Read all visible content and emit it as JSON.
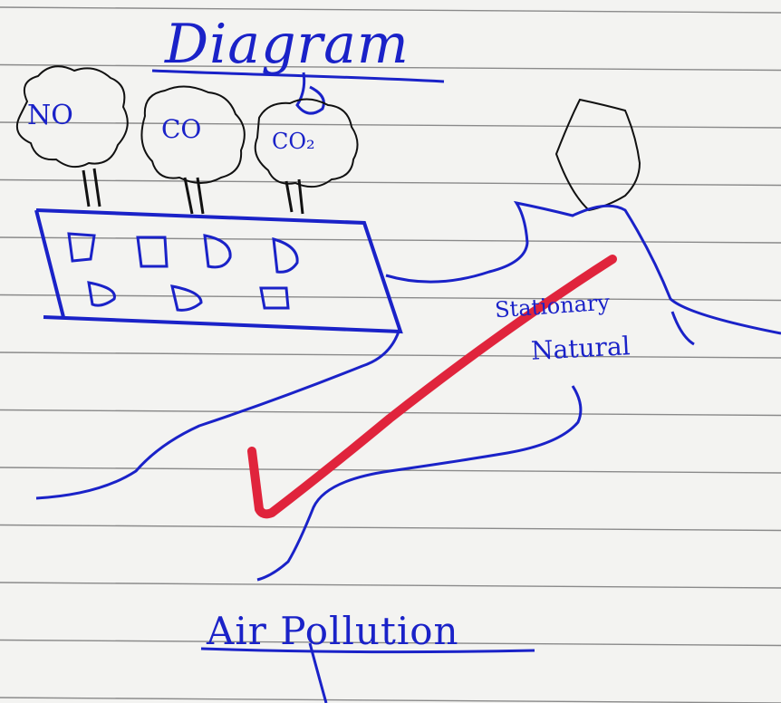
{
  "diagram": {
    "title": "Diagram",
    "gases": {
      "no": "NO",
      "co": "CO",
      "co2": "CO₂"
    },
    "source_label": "Stationary",
    "natural_label": "Natural",
    "result_label": "Air Pollution",
    "colors": {
      "ink": "#1a22c8",
      "check": "#e0243c",
      "paper": "#f3f3f1",
      "rule": "#8a8a8a"
    }
  }
}
